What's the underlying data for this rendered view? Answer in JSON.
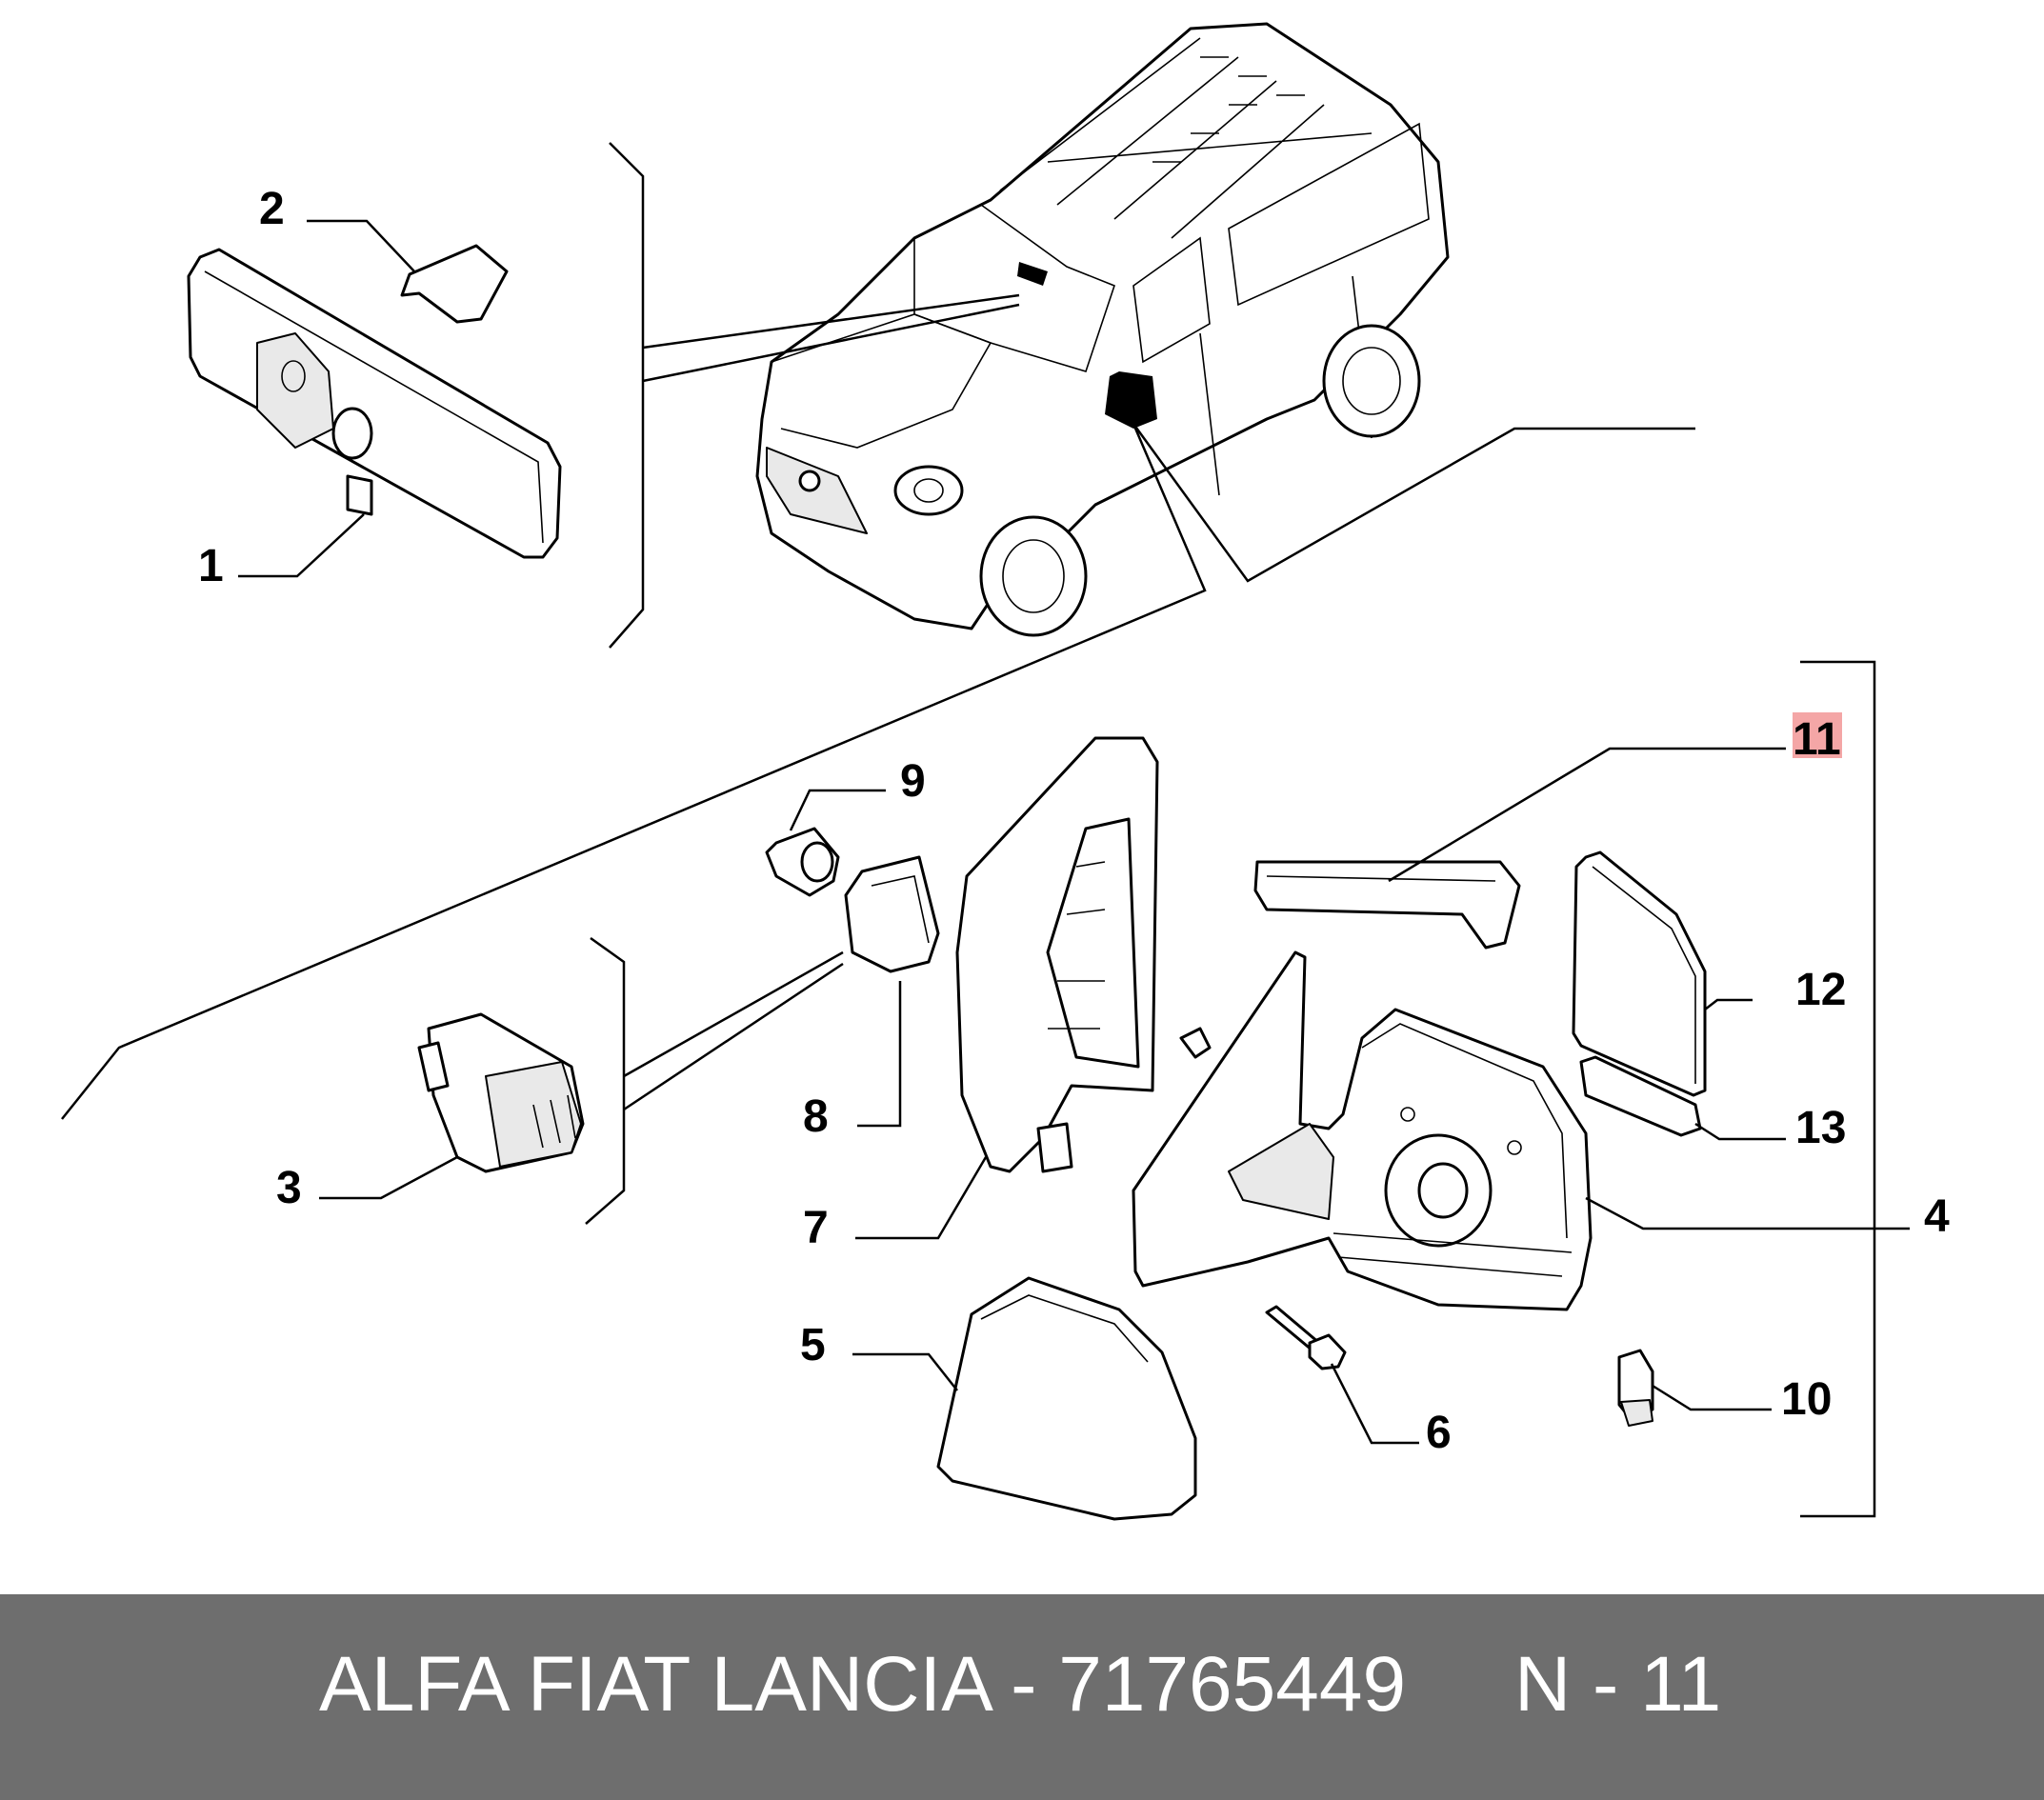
{
  "diagram": {
    "callouts": [
      {
        "id": "1",
        "text": "1",
        "highlight": false
      },
      {
        "id": "2",
        "text": "2",
        "highlight": false
      },
      {
        "id": "3",
        "text": "3",
        "highlight": false
      },
      {
        "id": "4",
        "text": "4",
        "highlight": false
      },
      {
        "id": "5",
        "text": "5",
        "highlight": false
      },
      {
        "id": "6",
        "text": "6",
        "highlight": false
      },
      {
        "id": "7",
        "text": "7",
        "highlight": false
      },
      {
        "id": "8",
        "text": "8",
        "highlight": false
      },
      {
        "id": "9",
        "text": "9",
        "highlight": false
      },
      {
        "id": "10",
        "text": "10",
        "highlight": false
      },
      {
        "id": "11",
        "text": "11",
        "highlight": true
      },
      {
        "id": "12",
        "text": "12",
        "highlight": false
      },
      {
        "id": "13",
        "text": "13",
        "highlight": false
      }
    ],
    "colors": {
      "highlight": "#f4a6a6",
      "footer_bg": "#6e6e6e",
      "footer_text": "#ffffff"
    }
  },
  "footer": {
    "brand_part": "ALFA FIAT LANCIA - 71765449",
    "page": "N - 11"
  }
}
